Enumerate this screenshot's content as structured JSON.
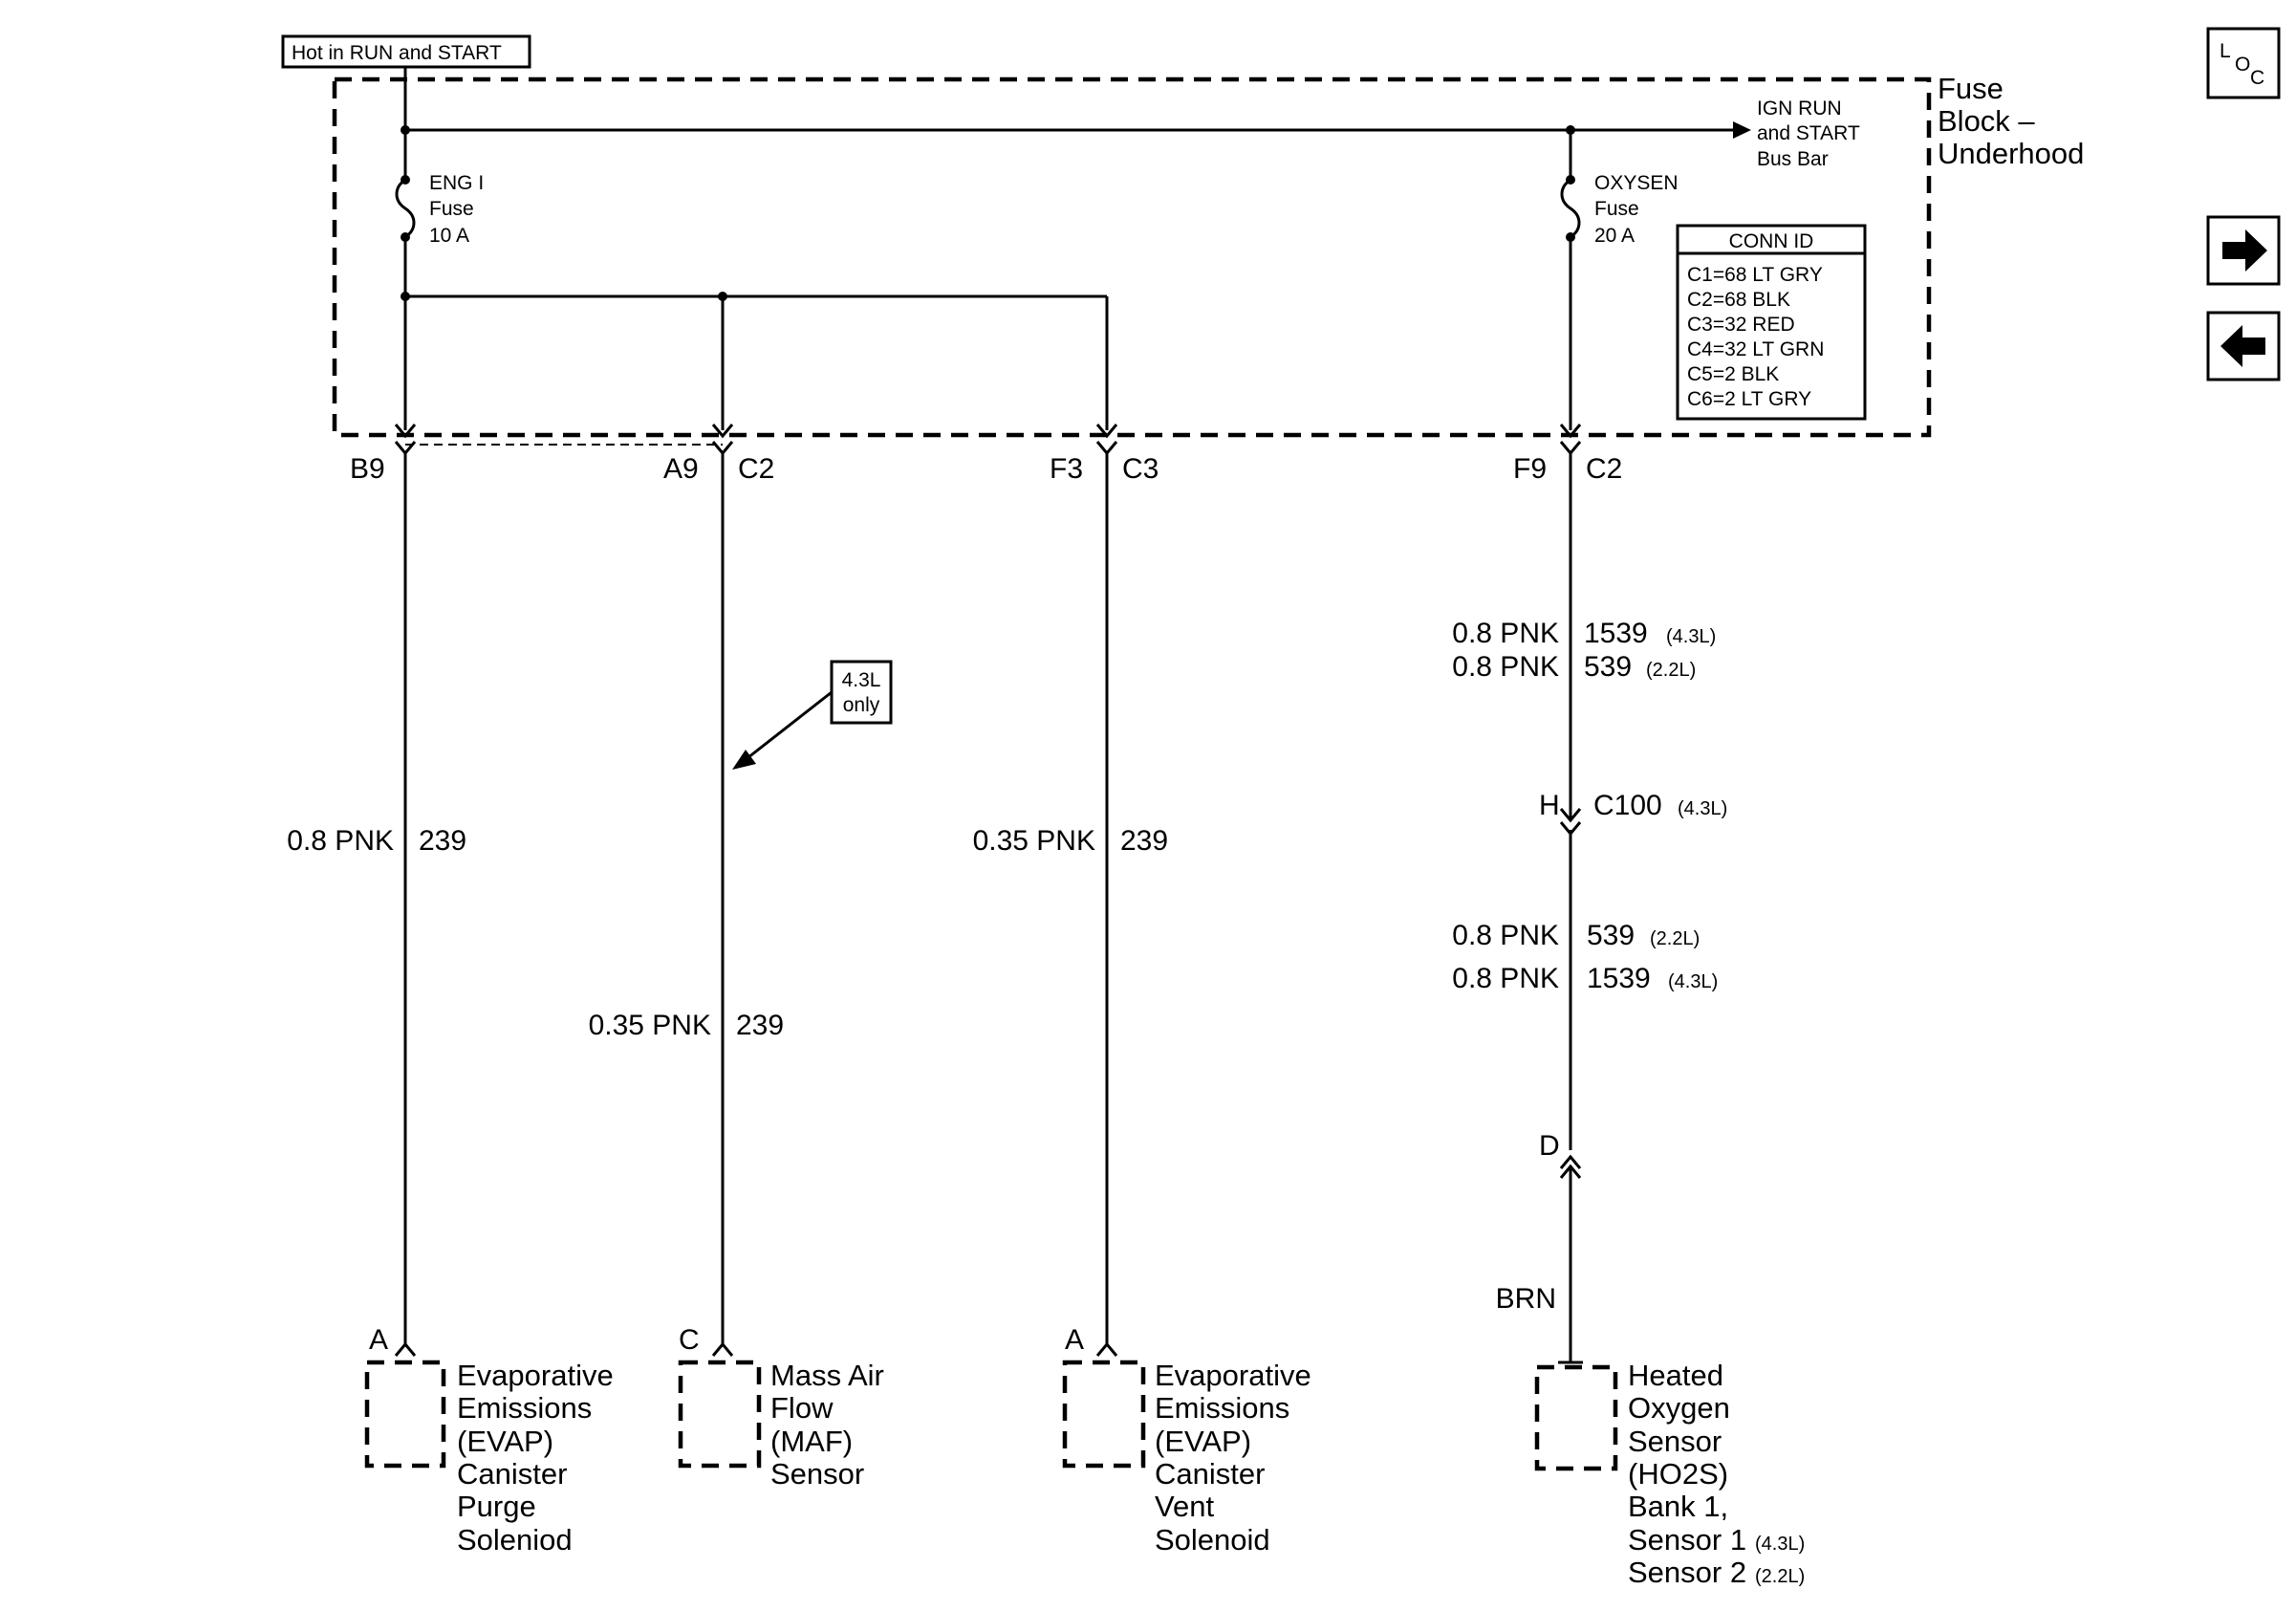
{
  "header": {
    "hot_label": "Hot in RUN and START"
  },
  "fuse_block": {
    "title_1": "Fuse",
    "title_2": "Block –",
    "title_3": "Underhood",
    "bus_bar": [
      "IGN RUN",
      "and START",
      "Bus Bar"
    ],
    "fuse_eng": [
      "ENG I",
      "Fuse",
      "10 A"
    ],
    "fuse_oxy": [
      "OXYSEN",
      "Fuse",
      "20 A"
    ]
  },
  "conn_id": {
    "title": "CONN ID",
    "rows": [
      "C1=68 LT GRY",
      "C2=68 BLK",
      "C3=32 RED",
      "C4=32 LT GRN",
      "C5=2 BLK",
      "C6=2 LT GRY"
    ]
  },
  "terminals": {
    "b9": "B9",
    "a9": "A9",
    "a9_conn": "C2",
    "f3": "F3",
    "f3_conn": "C3",
    "f9": "F9",
    "f9_conn": "C2"
  },
  "wires": {
    "w1": {
      "gauge": "0.8 PNK",
      "circuit": "239"
    },
    "w2": {
      "gauge": "0.35 PNK",
      "circuit": "239"
    },
    "w3": {
      "gauge": "0.35 PNK",
      "circuit": "239"
    },
    "w4a": {
      "gauge": "0.8 PNK",
      "circuit": "1539",
      "note": "(4.3L)"
    },
    "w4b": {
      "gauge": "0.8 PNK",
      "circuit": "539",
      "note": "(2.2L)"
    },
    "w4c": {
      "gauge": "0.8 PNK",
      "circuit": "539",
      "note": "(2.2L)"
    },
    "w4d": {
      "gauge": "0.8 PNK",
      "circuit": "1539",
      "note": "(4.3L)"
    },
    "brn": "BRN"
  },
  "callout": {
    "line1": "4.3L",
    "line2": "only"
  },
  "c100": {
    "pin": "H",
    "name": "C100",
    "note": "(4.3L)"
  },
  "pin_d": "D",
  "components": {
    "evap_purge": {
      "pin": "A",
      "lines": [
        "Evaporative",
        "Emissions",
        "(EVAP)",
        "Canister",
        "Purge",
        "Soleniod"
      ]
    },
    "maf": {
      "pin": "C",
      "lines": [
        "Mass Air",
        "Flow",
        "(MAF)",
        "Sensor"
      ]
    },
    "evap_vent": {
      "pin": "A",
      "lines": [
        "Evaporative",
        "Emissions",
        "(EVAP)",
        "Canister",
        "Vent",
        "Solenoid"
      ]
    },
    "ho2s": {
      "lines": [
        "Heated",
        "Oxygen",
        "Sensor",
        "(HO2S)",
        "Bank 1,",
        "Sensor 1",
        "Sensor 2"
      ],
      "note1": "(4.3L)",
      "note2": "(2.2L)"
    }
  },
  "nav": {
    "loc_top": "L",
    "loc_mid": "O",
    "loc_bot": "C"
  }
}
